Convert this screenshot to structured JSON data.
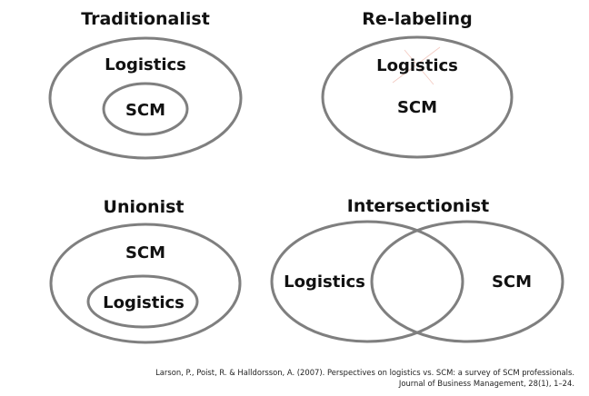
{
  "diagrams": {
    "traditionalist": {
      "title": "Traditionalist",
      "outer_label": "Logistics",
      "inner_label": "SCM"
    },
    "relabeling": {
      "title": "Re-labeling",
      "label_top": "Logistics",
      "label_bottom": "SCM"
    },
    "unionist": {
      "title": "Unionist",
      "outer_label": "SCM",
      "inner_label": "Logistics"
    },
    "intersectionist": {
      "title": "Intersectionist",
      "left_label": "Logistics",
      "right_label": "SCM"
    }
  },
  "colors": {
    "ellipse_stroke": "#7f7f7f",
    "text": "#111111"
  },
  "citation": {
    "line1": "Larson, P., Poist, R. & Halldorsson, A. (2007). Perspectives on logistics vs. SCM: a survey of SCM professionals.",
    "line2": "Journal of Business Management, 28(1), 1–24."
  }
}
